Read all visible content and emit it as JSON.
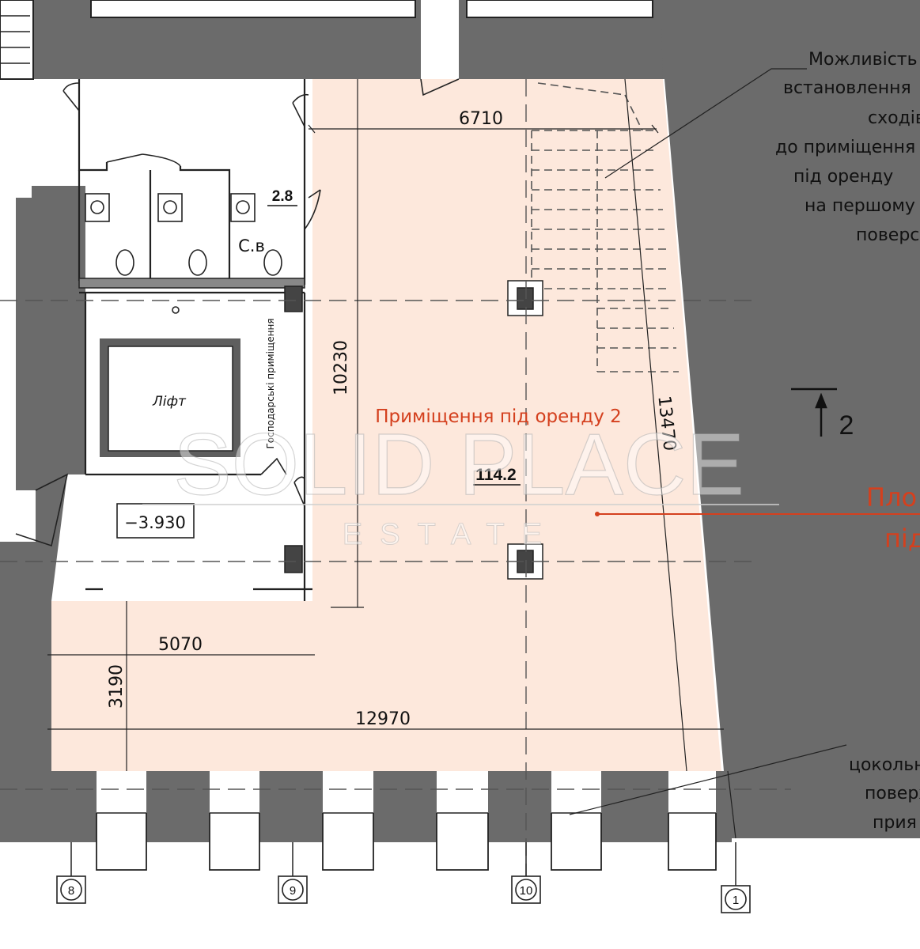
{
  "colors": {
    "wall": "#6b6b6b",
    "rent_area": "#fde8dc",
    "accent": "#d4401e",
    "line": "#222222",
    "thin": "#555555"
  },
  "labels": {
    "rent_room": "Приміщення під оренду 2",
    "rent_area_value": "114.2",
    "lift": "Ліфт",
    "utility": "Господарські приміщення",
    "wc_area": "2.8",
    "wc_label": "С.в",
    "level": "−3.930",
    "section_num": "2",
    "area_partial_1": "Пло",
    "area_partial_2": "під"
  },
  "dimensions": {
    "d6710": "6710",
    "d10230": "10230",
    "d13470": "13470",
    "d5070": "5070",
    "d3190": "3190",
    "d12970": "12970"
  },
  "note_top": [
    "Можливість",
    "встановлення",
    "сходів",
    "до приміщення",
    "під оренду",
    "на першому",
    "поверсі"
  ],
  "note_bottom": [
    "цокольний",
    "поверх",
    "прия"
  ],
  "axes": [
    "8",
    "9",
    "10",
    "1"
  ],
  "watermark": {
    "main": "SOLID PLACE",
    "sub": "ESTATE"
  }
}
